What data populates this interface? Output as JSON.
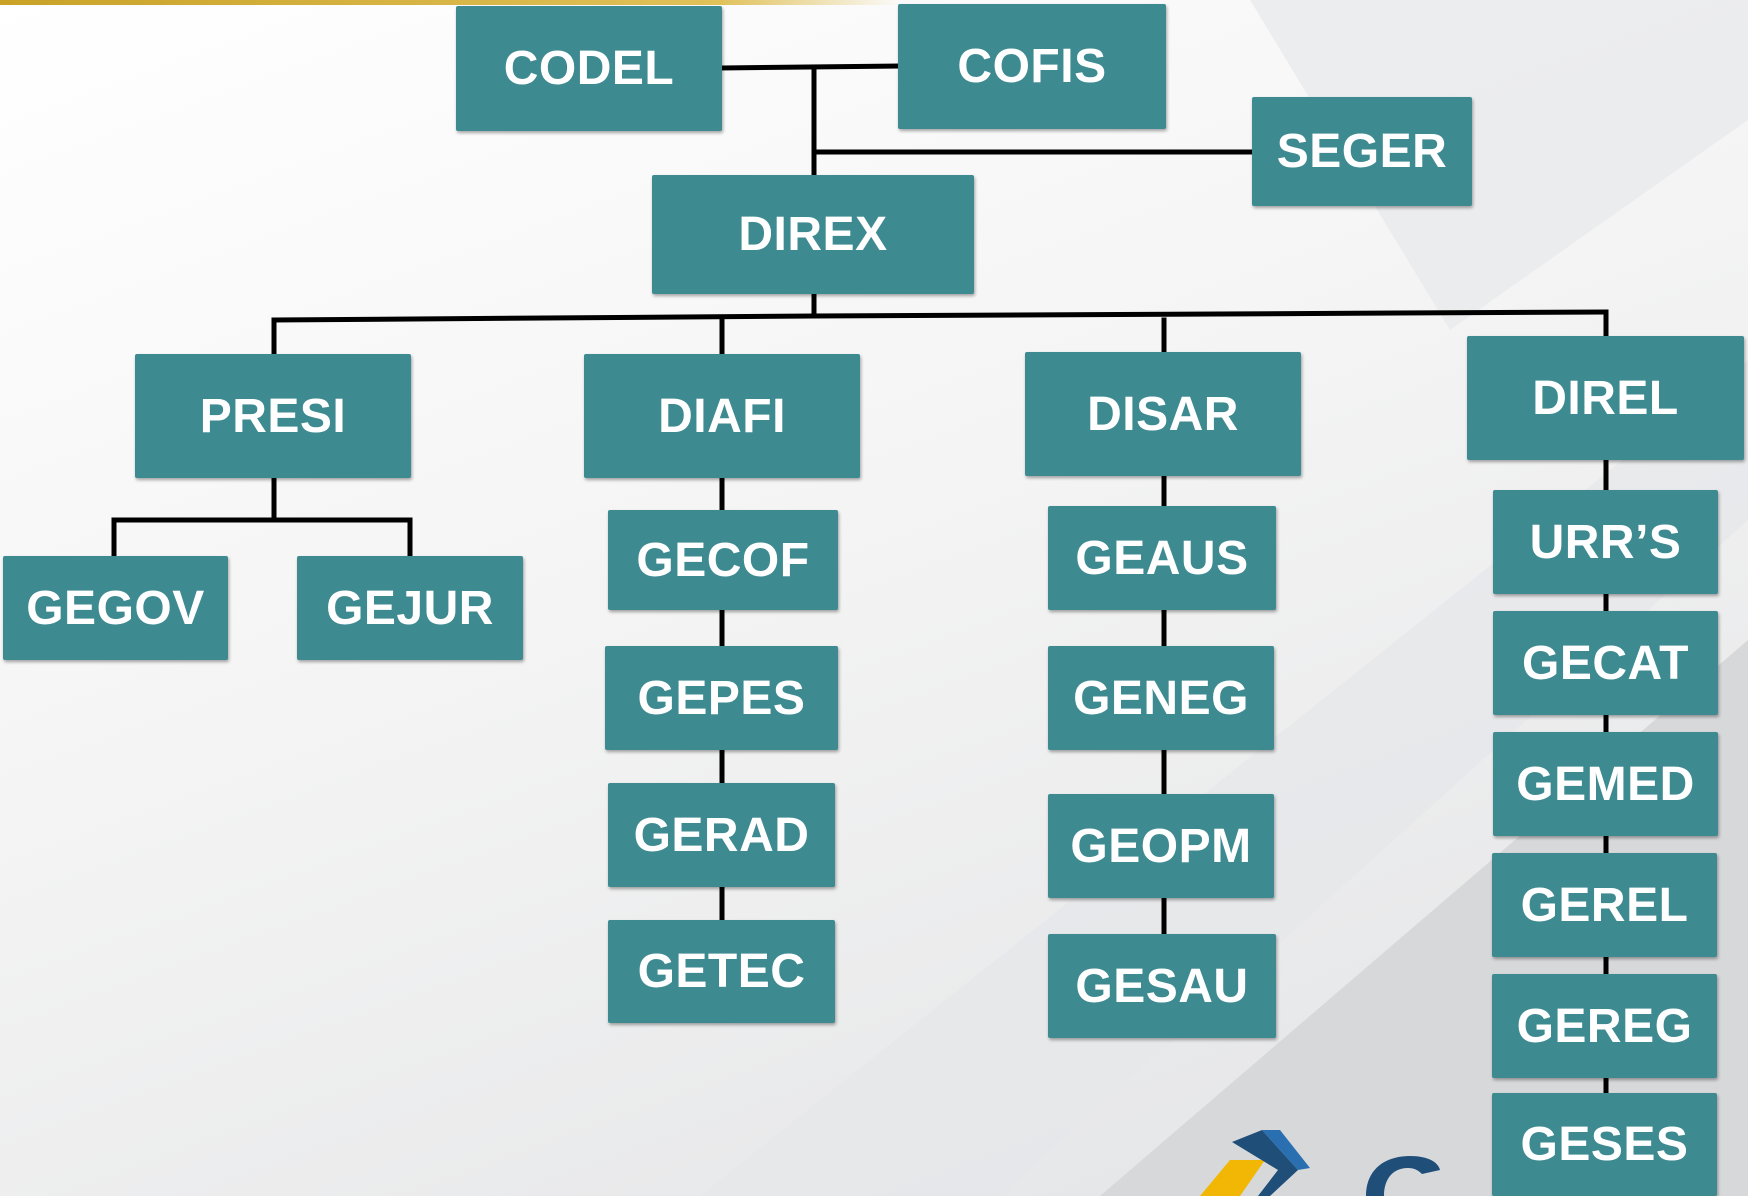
{
  "colors": {
    "node_fill": "#3e8a91",
    "node_text": "#ffffff",
    "connector": "#000000",
    "accent_gold": "#c9a227"
  },
  "nodes": {
    "codel": "CODEL",
    "cofis": "COFIS",
    "seger": "SEGER",
    "direx": "DIREX",
    "presi": "PRESI",
    "diafi": "DIAFI",
    "disar": "DISAR",
    "direl": "DIREL",
    "gegov": "GEGOV",
    "gejur": "GEJUR",
    "gecof": "GECOF",
    "gepes": "GEPES",
    "gerad": "GERAD",
    "getec": "GETEC",
    "geaus": "GEAUS",
    "geneg": "GENEG",
    "geopm": "GEOPM",
    "gesau": "GESAU",
    "urrs": "URR’S",
    "gecat": "GECAT",
    "gemed": "GEMED",
    "gerel": "GEREL",
    "gereg": "GEREG",
    "geses": "GESES"
  },
  "hierarchy": [
    {
      "parent": "direx",
      "children": [
        "codel",
        "cofis",
        "seger"
      ]
    },
    {
      "parent": "direx",
      "children": [
        "presi",
        "diafi",
        "disar",
        "direl"
      ]
    },
    {
      "parent": "presi",
      "children": [
        "gegov",
        "gejur"
      ]
    },
    {
      "parent": "diafi",
      "children": [
        "gecof",
        "gepes",
        "gerad",
        "getec"
      ]
    },
    {
      "parent": "disar",
      "children": [
        "geaus",
        "geneg",
        "geopm",
        "gesau"
      ]
    },
    {
      "parent": "direl",
      "children": [
        "urrs",
        "gecat",
        "gemed",
        "gerel",
        "gereg",
        "geses"
      ]
    }
  ],
  "logo": "logo-icon"
}
